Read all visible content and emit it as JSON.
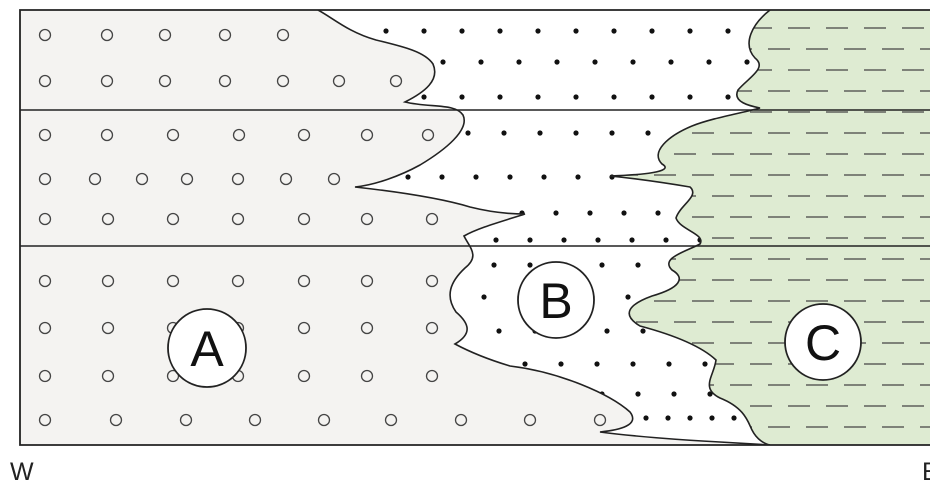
{
  "diagram": {
    "zones": [
      {
        "id": "A",
        "label": "A",
        "fill": "#f4f3f1",
        "pattern": "open-circles"
      },
      {
        "id": "B",
        "label": "B",
        "fill": "#ffffff",
        "pattern": "dots"
      },
      {
        "id": "C",
        "label": "C",
        "fill": "#deebd2",
        "pattern": "dashes"
      }
    ],
    "compass": {
      "west": "W",
      "east": "E"
    },
    "layer_count": 3,
    "colors": {
      "outline": "#222222",
      "circle": "#444444",
      "dot": "#111111",
      "dash": "#444444"
    }
  }
}
